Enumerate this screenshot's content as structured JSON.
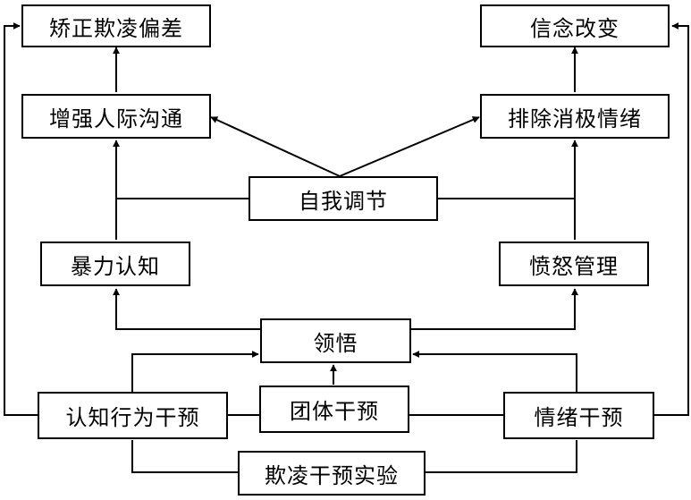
{
  "diagram": {
    "nodes": {
      "correct_bias": "矫正欺凌偏差",
      "belief_change": "信念改变",
      "improve_comm": "增强人际沟通",
      "remove_neg": "排除消极情绪",
      "self_reg": "自我调节",
      "violence_cog": "暴力认知",
      "anger_mgmt": "愤怒管理",
      "insight": "领悟",
      "cbt": "认知行为干预",
      "group": "团体干预",
      "emotion": "情绪干预",
      "experiment": "欺凌干预实验"
    },
    "colors": {
      "line": "#000000",
      "background": "#ffffff"
    }
  }
}
